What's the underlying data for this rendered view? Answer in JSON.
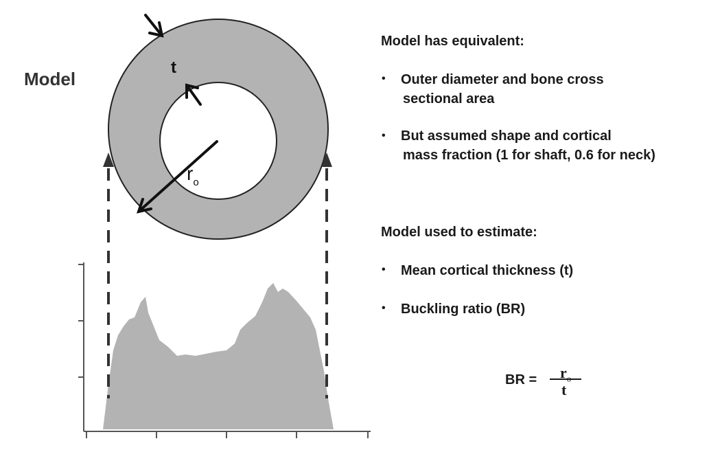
{
  "diagram": {
    "model_label": "Model",
    "thickness_label": "t",
    "radius_label": "r",
    "radius_subscript": "o",
    "colors": {
      "ring": "#b3b3b3",
      "profile": "#b3b3b3",
      "ink": "#1a1a1a",
      "axis": "#555555"
    }
  },
  "text": {
    "section1_title": "Model has equivalent:",
    "section1_items": [
      {
        "line1": "Outer diameter and bone cross",
        "line2": "sectional area"
      },
      {
        "line1": "But assumed shape and cortical",
        "line2": "mass fraction (1 for shaft, 0.6 for neck)"
      }
    ],
    "section2_title": "Model used to estimate:",
    "section2_items": [
      {
        "line1": "Mean cortical thickness (t)"
      },
      {
        "line1": "Buckling ratio (BR)"
      }
    ],
    "bullet": "•"
  },
  "formula": {
    "lhs": "BR =",
    "numerator": "r",
    "numerator_subscript": "o",
    "denominator": "t"
  }
}
